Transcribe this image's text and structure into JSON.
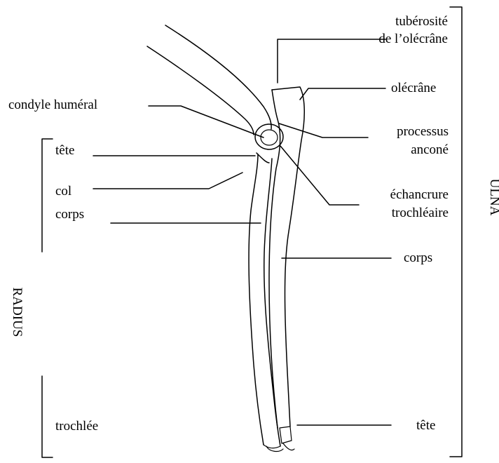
{
  "groups": {
    "ulna": "ULNA",
    "radius": "RADIUS"
  },
  "labels": {
    "tuberosite_line1": "tubérosité",
    "tuberosite_line2": "de l’olécrâne",
    "olecrane": "olécrâne",
    "condyle": "condyle huméral",
    "processus_line1": "processus",
    "processus_line2": "anconé",
    "radius_tete": "tête",
    "col": "col",
    "radius_corps": "corps",
    "echancrure_line1": "échancrure",
    "echancrure_line2": "trochléaire",
    "ulna_corps": "corps",
    "trochlee": "trochlée",
    "ulna_tete": "tête"
  }
}
